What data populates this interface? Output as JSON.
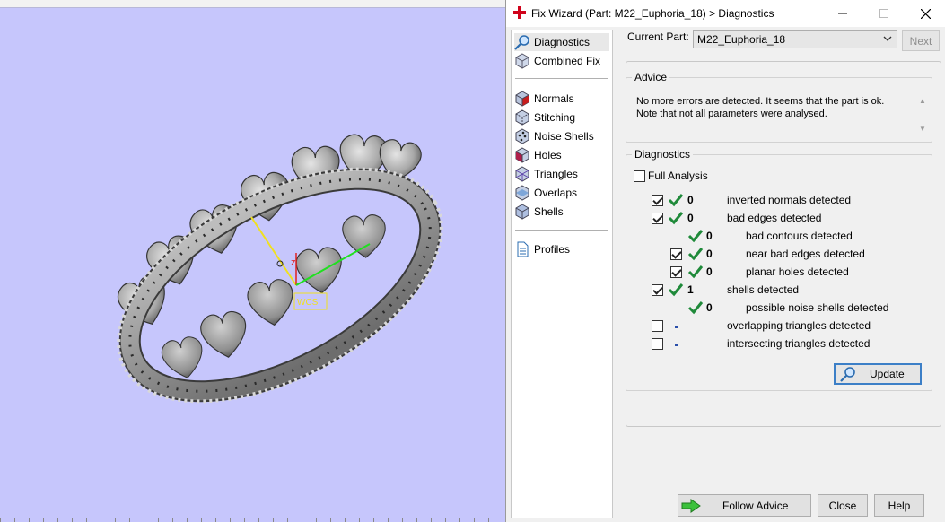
{
  "dialog": {
    "title": "Fix Wizard (Part: M22_Euphoria_18) > Diagnostics",
    "sidebar": {
      "items": [
        {
          "label": "Diagnostics",
          "icon": "magnifier-icon"
        },
        {
          "label": "Combined Fix",
          "icon": "combined-fix-icon"
        },
        {
          "label": "Normals",
          "icon": "cube-normals-icon"
        },
        {
          "label": "Stitching",
          "icon": "cube-stitching-icon"
        },
        {
          "label": "Noise Shells",
          "icon": "cube-noise-icon"
        },
        {
          "label": "Holes",
          "icon": "cube-holes-icon"
        },
        {
          "label": "Triangles",
          "icon": "cube-triangles-icon"
        },
        {
          "label": "Overlaps",
          "icon": "cube-overlaps-icon"
        },
        {
          "label": "Shells",
          "icon": "cube-shells-icon"
        },
        {
          "label": "Profiles",
          "icon": "document-icon"
        }
      ]
    },
    "current_part": {
      "label": "Current Part:",
      "value": "M22_Euphoria_18",
      "next_label": "Next"
    },
    "advice": {
      "legend": "Advice",
      "line1": "No more errors are detected. It seems that the part is ok.",
      "line2": "Note that not all parameters were analysed."
    },
    "diagnostics": {
      "legend": "Diagnostics",
      "full_analysis_label": "Full Analysis",
      "rows": [
        {
          "text": "inverted normals detected",
          "count": "0",
          "checked": true,
          "status": "ok"
        },
        {
          "text": "bad edges detected",
          "count": "0",
          "checked": true,
          "status": "ok"
        },
        {
          "text": "bad contours detected",
          "count": "0",
          "checked": false,
          "status": "ok"
        },
        {
          "text": "near bad edges detected",
          "count": "0",
          "checked": true,
          "status": "ok"
        },
        {
          "text": "planar holes detected",
          "count": "0",
          "checked": true,
          "status": "ok"
        },
        {
          "text": "shells detected",
          "count": "1",
          "checked": true,
          "status": "ok"
        },
        {
          "text": "possible noise shells detected",
          "count": "0",
          "checked": false,
          "status": "ok"
        },
        {
          "text": "overlapping triangles detected",
          "count": "",
          "checked": false,
          "status": "not-analysed"
        },
        {
          "text": "intersecting triangles detected",
          "count": "",
          "checked": false,
          "status": "not-analysed"
        }
      ],
      "update_label": "Update"
    },
    "buttons": {
      "follow_advice": "Follow Advice",
      "close": "Close",
      "help": "Help"
    }
  },
  "viewport": {
    "background_color": "#c6c6fc",
    "axis_label": "z",
    "wcs_label": "WCS"
  },
  "colors": {
    "accent_blue": "#3c7fc7",
    "check_green": "#1f8a3a",
    "title_cross_red": "#d0021b"
  }
}
